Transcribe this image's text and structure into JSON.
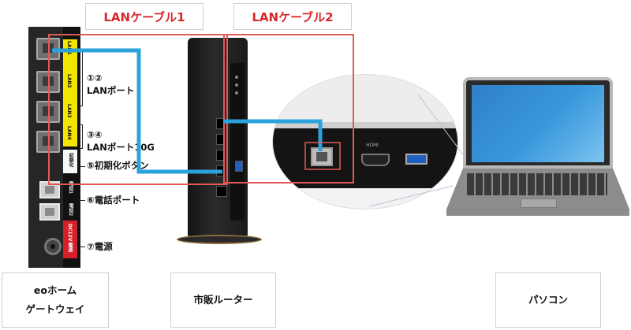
{
  "cable_labels": {
    "cable1": "LANケーブル1",
    "cable2": "LANケーブル2"
  },
  "gateway": {
    "port_tags": [
      "LAN1",
      "LAN2",
      "LAN3",
      "LAN4",
      "初期化",
      "電話1",
      "電話2",
      "DC12V 電源"
    ],
    "callouts": {
      "lan12_num": "①②",
      "lan12_name": "LANポート",
      "lan34_num": "③④",
      "lan34_name": "LANポート10G",
      "reset": "⑤初期化ボタン",
      "phone": "⑥電話ポート",
      "power": "⑦電源"
    }
  },
  "zoom": {
    "hdmi_tag": "HDMI"
  },
  "devices": {
    "gateway_line1": "eoホーム",
    "gateway_line2": "ゲートウェイ",
    "router": "市販ルーター",
    "pc": "パソコン"
  },
  "colors": {
    "cable": "#2aa3dc",
    "highlight_box": "#e05a5a",
    "label_text": "#d8282a"
  }
}
